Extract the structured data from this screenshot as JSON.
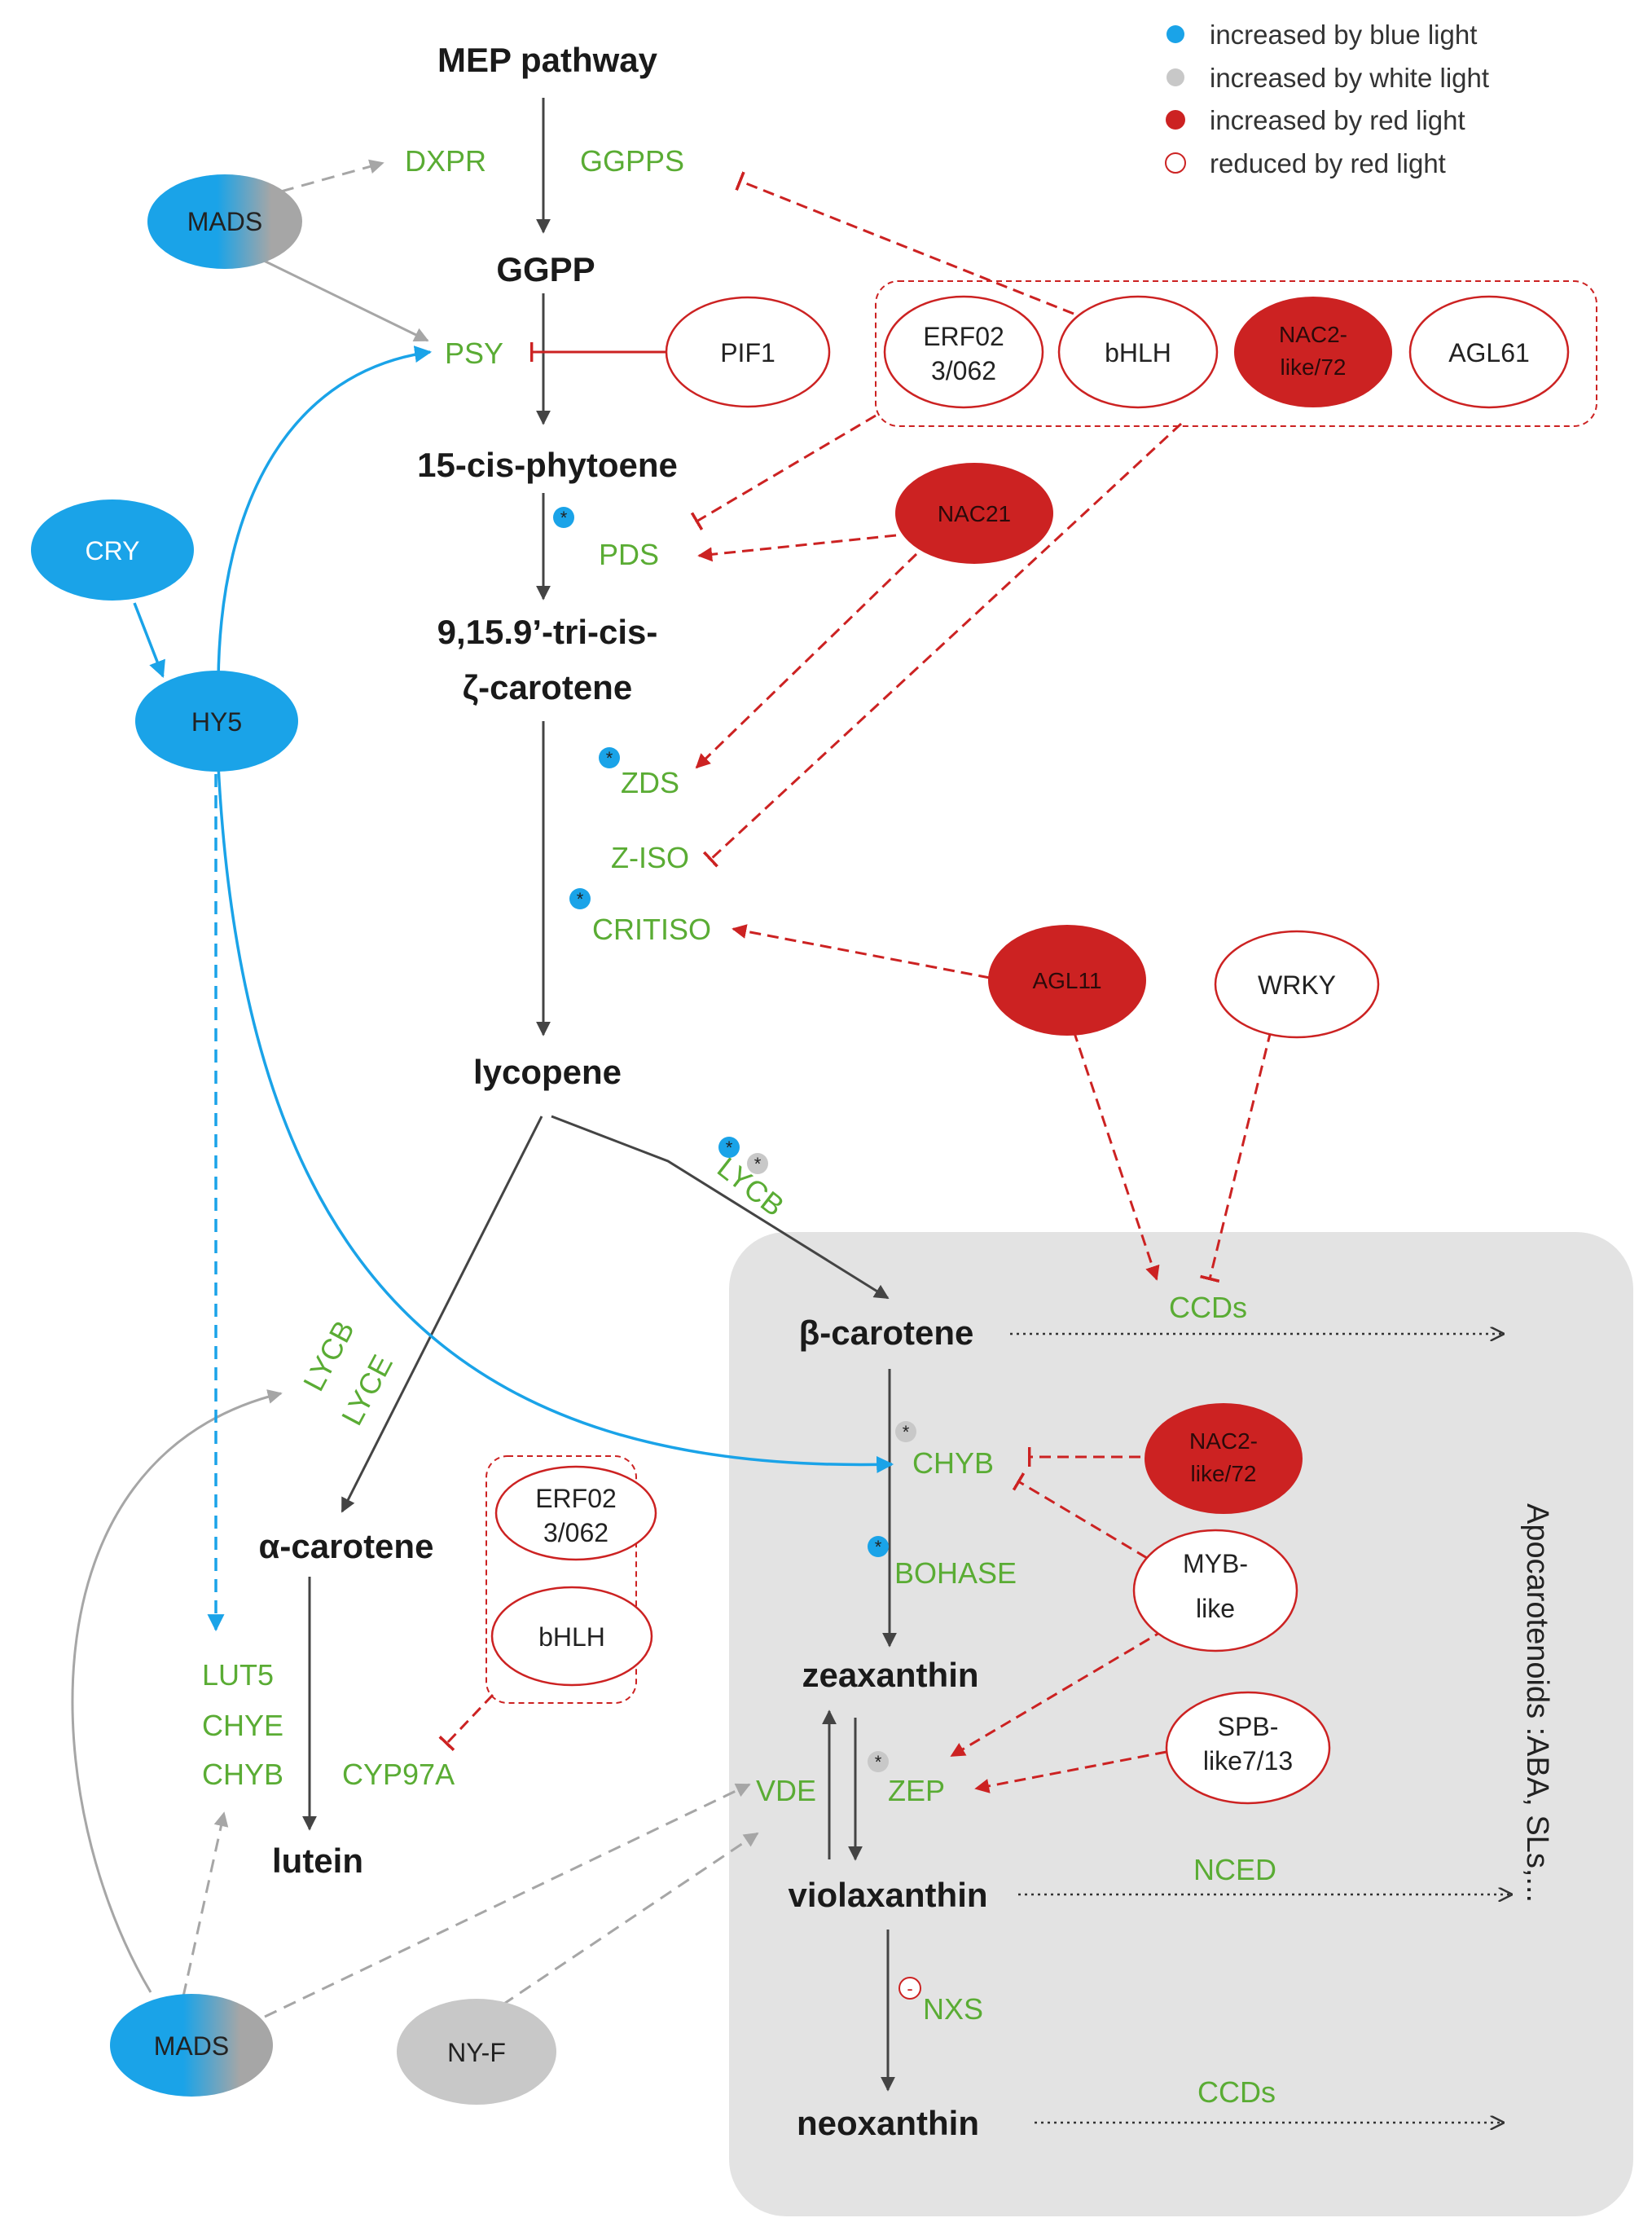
{
  "colors": {
    "blue": "#1aa3e8",
    "gray": "#a6a6a6",
    "red": "#cc2222",
    "green": "#5aac34",
    "panel": "#e3e3e3"
  },
  "legend": {
    "blue_label": "increased by blue light",
    "white_label": "increased by white light",
    "red_label": "increased by red light",
    "reduced_label": "reduced by red light"
  },
  "metabolites": {
    "mep": "MEP pathway",
    "ggpp": "GGPP",
    "phytoene": "15-cis-phytoene",
    "tricis_line1": "9,15.9’-tri-cis-",
    "tricis_line2": "ζ-carotene",
    "lycopene": "lycopene",
    "beta_carotene": "β-carotene",
    "alpha_carotene": "α-carotene",
    "zeaxanthin": "zeaxanthin",
    "violaxanthin": "violaxanthin",
    "neoxanthin": "neoxanthin",
    "lutein": "lutein"
  },
  "enzymes": {
    "dxpr": "DXPR",
    "ggpps": "GGPPS",
    "psy": "PSY",
    "pds": "PDS",
    "zds": "ZDS",
    "ziso": "Z-ISO",
    "critiso": "CRITISO",
    "lycb_right": "LYCB",
    "lycb_left": "LYCB",
    "lyce_left": "LYCE",
    "ccds_top": "CCDs",
    "chyb": "CHYB",
    "bohase": "BOHASE",
    "lut5": "LUT5",
    "chye": "CHYE",
    "chyb_left": "CHYB",
    "cyp97a": "CYP97A",
    "vde": "VDE",
    "zep": "ZEP",
    "nced": "NCED",
    "nxs": "NXS",
    "ccds_bottom": "CCDs"
  },
  "factors": {
    "mads_top": "MADS",
    "cry": "CRY",
    "hy5": "HY5",
    "pif1": "PIF1",
    "erf_top_1": "ERF02",
    "erf_top_2": "3/062",
    "bhlh_top": "bHLH",
    "nac2_top_1": "NAC2-",
    "nac2_top_2": "like/72",
    "agl61": "AGL61",
    "nac21": "NAC21",
    "agl11": "AGL11",
    "wrky": "WRKY",
    "nac2_mid_1": "NAC2-",
    "nac2_mid_2": "like/72",
    "myb_1": "MYB-",
    "myb_2": "like",
    "erf_mid_1": "ERF02",
    "erf_mid_2": "3/062",
    "bhlh_mid": "bHLH",
    "spb_1": "SPB-",
    "spb_2": "like7/13",
    "mads_bottom": "MADS",
    "nyf": "NY-F"
  },
  "side_label": "Apocarotenoids :ABA, SLs,..."
}
